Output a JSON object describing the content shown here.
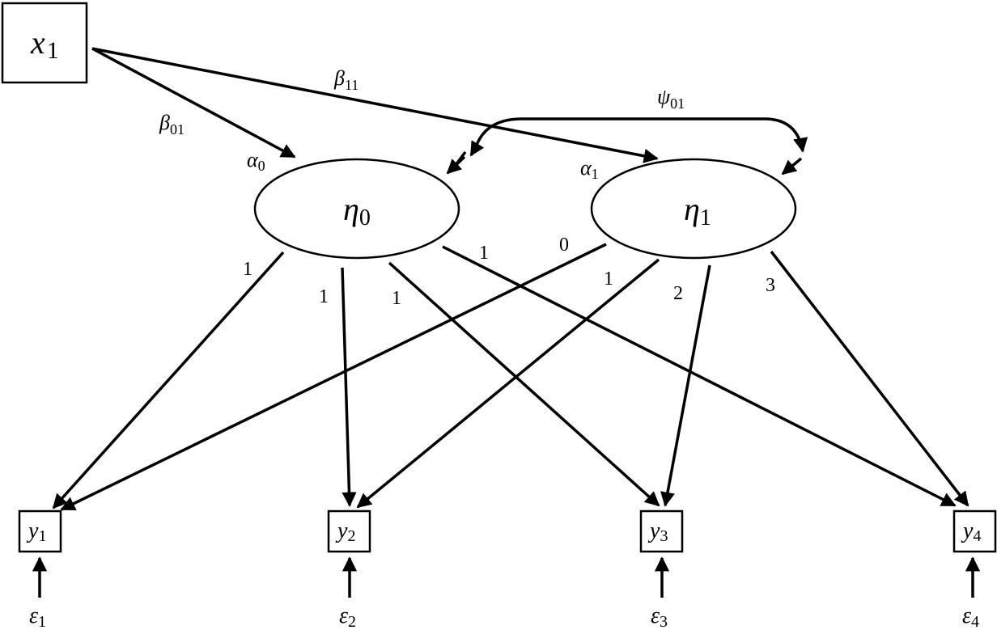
{
  "diagram": {
    "type": "latent growth curve path diagram",
    "covariate": {
      "symbol": "x",
      "subscript": "1"
    },
    "latents": [
      {
        "id": "eta0",
        "symbol": "η",
        "subscript": "0",
        "intercept": {
          "symbol": "α",
          "subscript": "0"
        }
      },
      {
        "id": "eta1",
        "symbol": "η",
        "subscript": "1",
        "intercept": {
          "symbol": "α",
          "subscript": "1"
        }
      }
    ],
    "regressions": [
      {
        "from": "x1",
        "to": "eta0",
        "symbol": "β",
        "subscript": "01"
      },
      {
        "from": "x1",
        "to": "eta1",
        "symbol": "β",
        "subscript": "11"
      }
    ],
    "covariance": {
      "between": [
        "eta0",
        "eta1"
      ],
      "symbol": "ψ",
      "subscript": "01"
    },
    "observed": [
      {
        "symbol": "y",
        "subscript": "1",
        "error": {
          "symbol": "ε",
          "subscript": "1"
        }
      },
      {
        "symbol": "y",
        "subscript": "2",
        "error": {
          "symbol": "ε",
          "subscript": "2"
        }
      },
      {
        "symbol": "y",
        "subscript": "3",
        "error": {
          "symbol": "ε",
          "subscript": "3"
        }
      },
      {
        "symbol": "y",
        "subscript": "4",
        "error": {
          "symbol": "ε",
          "subscript": "4"
        }
      }
    ],
    "loadings": {
      "eta0": [
        "1",
        "1",
        "1",
        "1"
      ],
      "eta1": [
        "0",
        "1",
        "2",
        "3"
      ]
    }
  }
}
